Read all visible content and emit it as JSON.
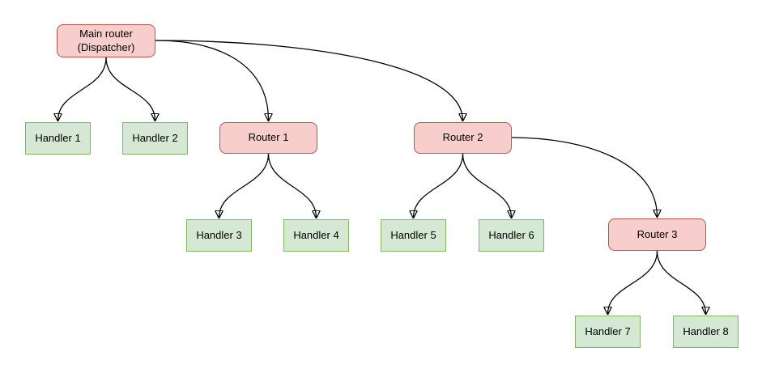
{
  "diagram": {
    "background_color": "#ffffff",
    "edge_color": "#000000",
    "node_styles": {
      "router": {
        "fill": "#f8cecc",
        "stroke": "#b85450",
        "shape": "rounded-rectangle"
      },
      "handler": {
        "fill": "#d5e8d4",
        "stroke": "#82b366",
        "shape": "rectangle"
      }
    },
    "nodes": {
      "main": {
        "label": "Main router\n(Dispatcher)",
        "type": "router"
      },
      "handler1": {
        "label": "Handler 1",
        "type": "handler"
      },
      "handler2": {
        "label": "Handler 2",
        "type": "handler"
      },
      "router1": {
        "label": "Router 1",
        "type": "router"
      },
      "router2": {
        "label": "Router 2",
        "type": "router"
      },
      "handler3": {
        "label": "Handler 3",
        "type": "handler"
      },
      "handler4": {
        "label": "Handler 4",
        "type": "handler"
      },
      "handler5": {
        "label": "Handler 5",
        "type": "handler"
      },
      "handler6": {
        "label": "Handler 6",
        "type": "handler"
      },
      "router3": {
        "label": "Router 3",
        "type": "router"
      },
      "handler7": {
        "label": "Handler 7",
        "type": "handler"
      },
      "handler8": {
        "label": "Handler 8",
        "type": "handler"
      }
    },
    "edges": [
      {
        "from": "main",
        "to": "handler1"
      },
      {
        "from": "main",
        "to": "handler2"
      },
      {
        "from": "main",
        "to": "router1"
      },
      {
        "from": "main",
        "to": "router2"
      },
      {
        "from": "router1",
        "to": "handler3"
      },
      {
        "from": "router1",
        "to": "handler4"
      },
      {
        "from": "router2",
        "to": "handler5"
      },
      {
        "from": "router2",
        "to": "handler6"
      },
      {
        "from": "router2",
        "to": "router3"
      },
      {
        "from": "router3",
        "to": "handler7"
      },
      {
        "from": "router3",
        "to": "handler8"
      }
    ]
  }
}
